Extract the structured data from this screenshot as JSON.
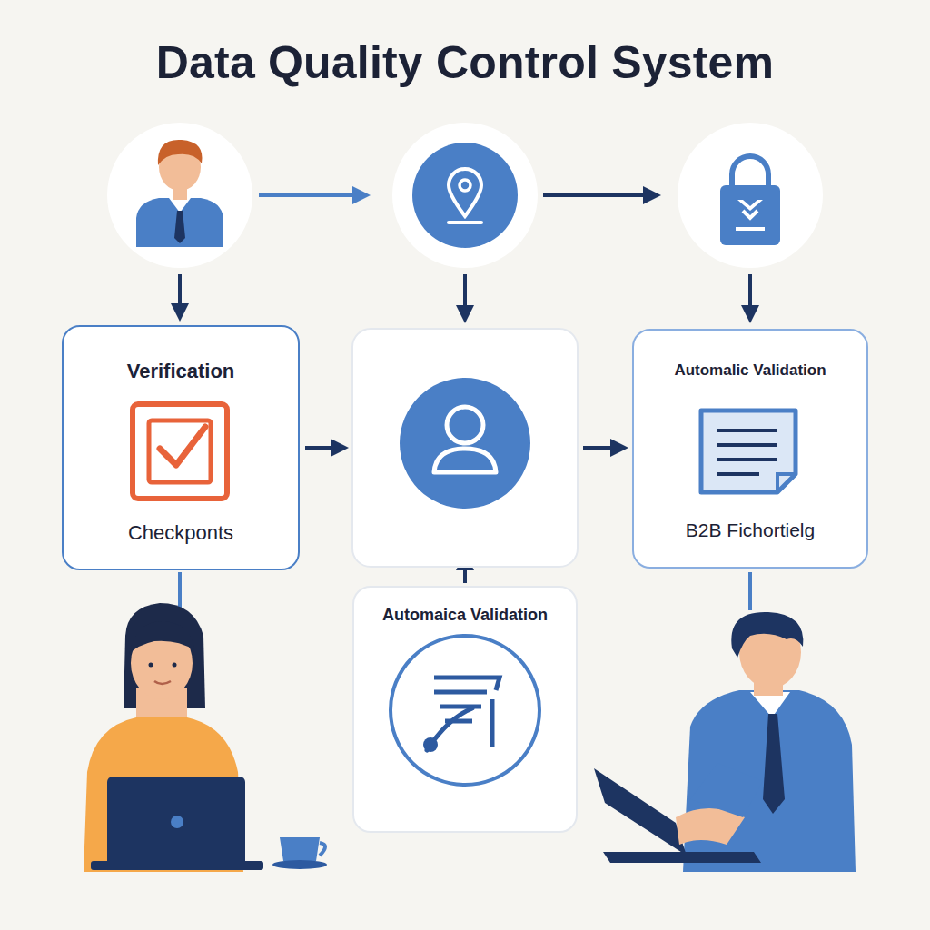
{
  "diagram": {
    "title": "Data Quality Control System",
    "nodes": [
      {
        "text": [
          "Verification",
          "Checkponts"
        ]
      },
      {
        "text": [
          "Automalic Validation",
          "B2B Fichortielg"
        ]
      },
      {
        "text": [
          "Automaica Validation"
        ]
      }
    ]
  }
}
